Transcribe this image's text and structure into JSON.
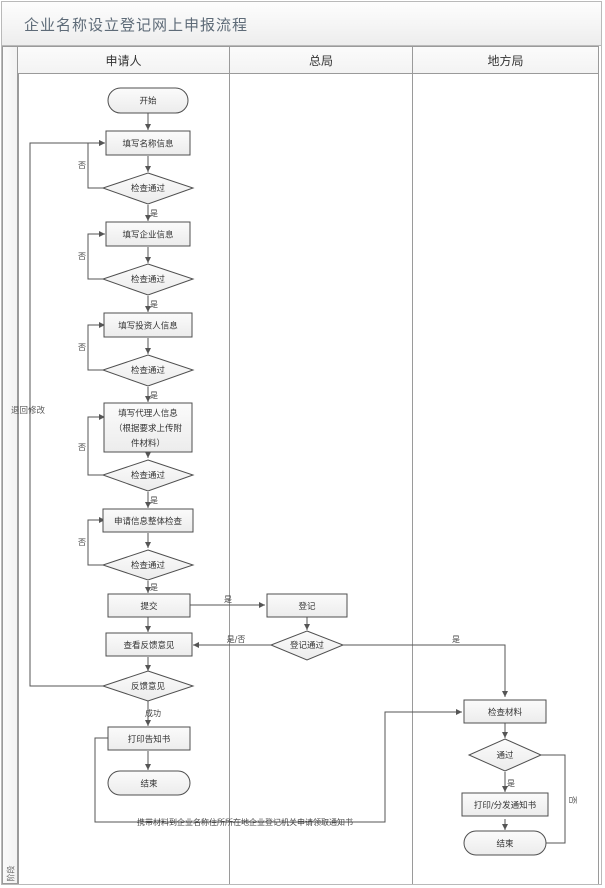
{
  "window": {
    "title": "企业名称设立登记网上申报流程"
  },
  "lanes": [
    {
      "name": "applicant",
      "label": "申请人"
    },
    {
      "name": "general-bureau",
      "label": "总局"
    },
    {
      "name": "local-bureau",
      "label": "地方局"
    }
  ],
  "phase": {
    "label": "阶段",
    "back_label": "退回修改"
  },
  "nodes": {
    "start": "开始",
    "fill_name": "填写名称信息",
    "check1": "检查通过",
    "fill_company": "填写企业信息",
    "check2": "检查通过",
    "fill_investor": "填写投资人信息",
    "check3": "检查通过",
    "fill_agent_l1": "填写代理人信息",
    "fill_agent_l2": "（根据要求上传附",
    "fill_agent_l3": "件材料）",
    "check4": "检查通过",
    "overall_check": "申请信息整体检查",
    "check5": "检查通过",
    "submit": "提交",
    "view_feedback": "查看反馈意见",
    "feedback_decision": "反馈意见",
    "print_notice": "打印告知书",
    "end_applicant": "结束",
    "register": "登记",
    "register_pass": "登记通过",
    "check_materials": "检查材料",
    "pass": "通过",
    "print_distribute": "打印/分发通知书",
    "end_local": "结束"
  },
  "edge_labels": {
    "no1": "否",
    "yes1": "是",
    "no2": "否",
    "yes2": "是",
    "no3": "否",
    "yes3": "是",
    "no4": "否",
    "yes4": "是",
    "no5": "否",
    "yes5": "是",
    "submit_yes": "是",
    "register_yesno": "是/否",
    "register_yes": "是",
    "success": "成功",
    "pass_yes": "是",
    "pass_no": "否",
    "carry_materials": "携带材料到企业名称住所所在地企业登记机关申请领取通知书"
  },
  "colors": {
    "node_fill": "#f2f2f2",
    "node_stroke": "#4f4f4f",
    "line": "#555555",
    "lane_border": "#9a9a9a",
    "title_text": "#5e6b78"
  }
}
